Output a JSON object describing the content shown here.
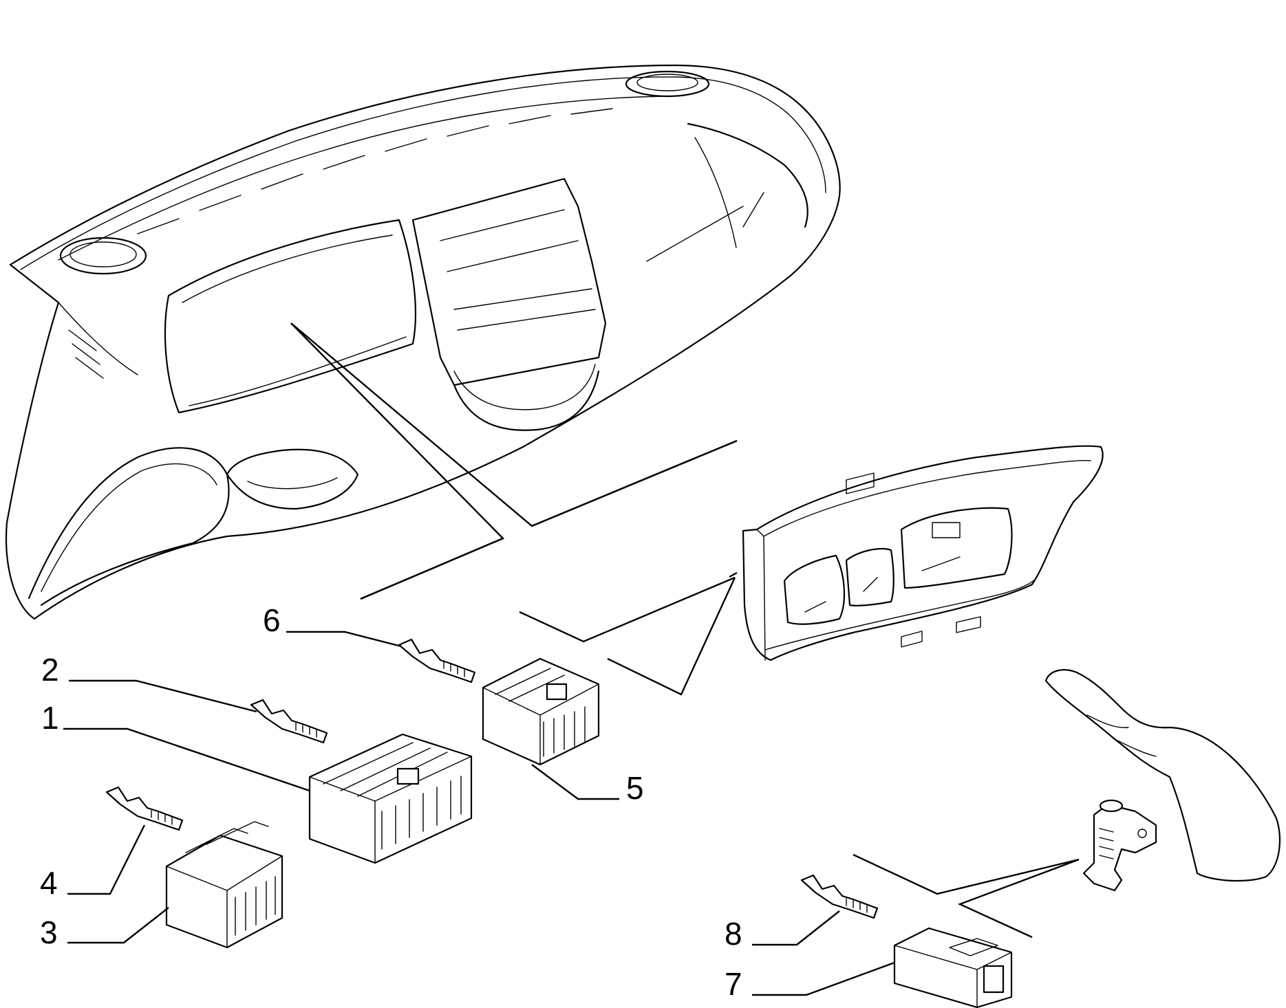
{
  "callouts": [
    {
      "number": "1",
      "part": "connector-large"
    },
    {
      "number": "2",
      "part": "terminal"
    },
    {
      "number": "3",
      "part": "connector"
    },
    {
      "number": "4",
      "part": "terminal"
    },
    {
      "number": "5",
      "part": "connector"
    },
    {
      "number": "6",
      "part": "terminal"
    },
    {
      "number": "7",
      "part": "connector-housing"
    },
    {
      "number": "8",
      "part": "terminal"
    }
  ],
  "colors": {
    "ink": "#000000",
    "paper": "#ffffff"
  }
}
